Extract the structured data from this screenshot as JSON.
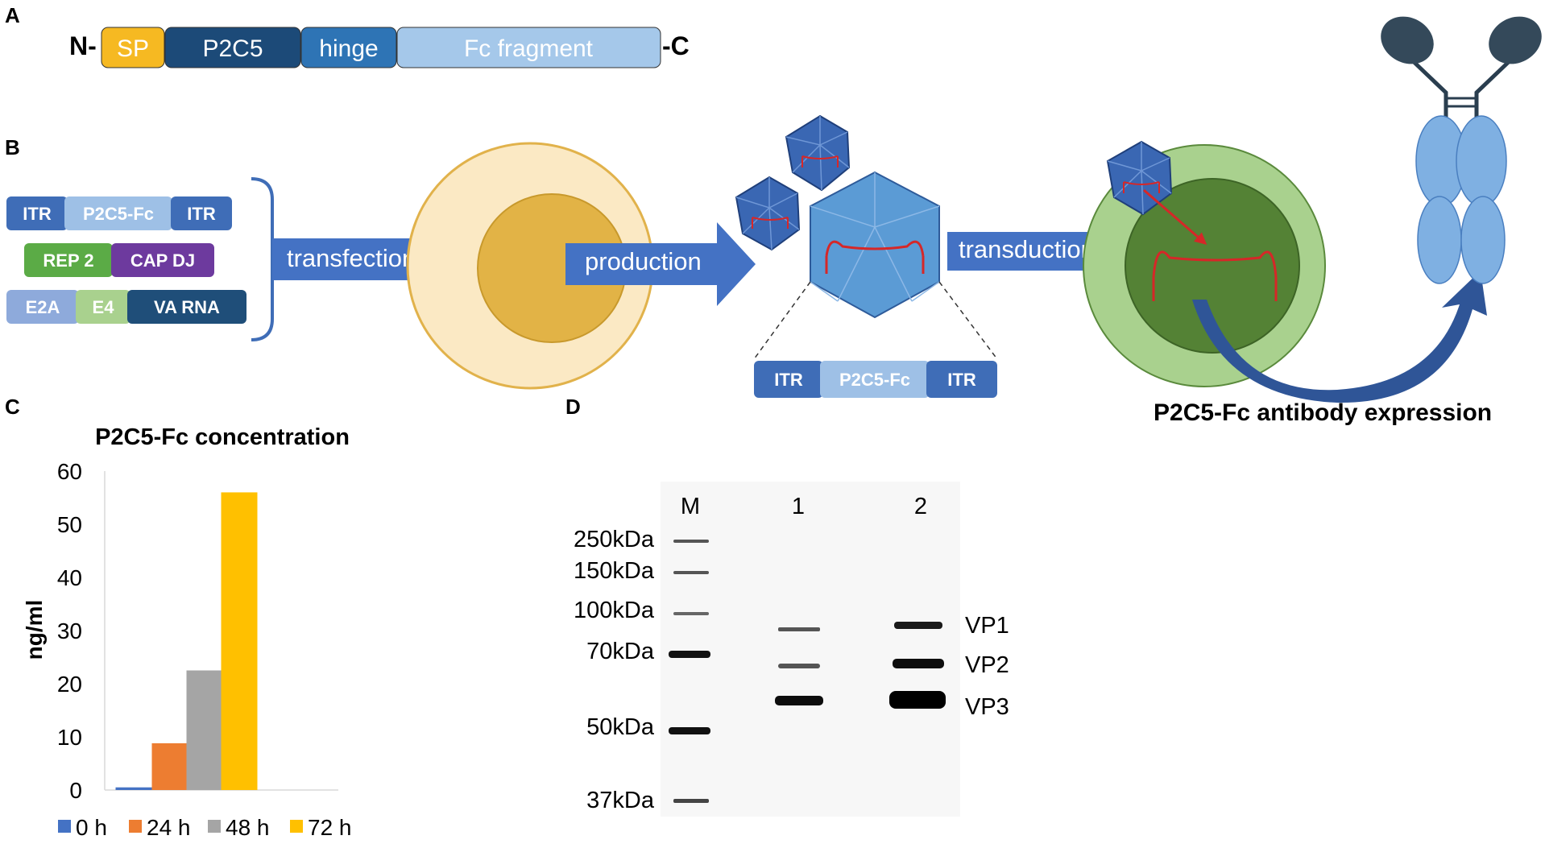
{
  "panels": {
    "a": "A",
    "b": "B",
    "c": "C",
    "d": "D"
  },
  "colors": {
    "sp": "#f6b922",
    "p2c5": "#1c4a78",
    "hinge": "#2e74b5",
    "fc": "#a5c8ea",
    "itr": "#3f6db7",
    "p2c5fc": "#9ec0e6",
    "rep": "#5bab46",
    "cap": "#6d3a9e",
    "e2a": "#8eaadb",
    "e4": "#a9d18e",
    "varna": "#1f4e79",
    "arrow": "#4472c4",
    "bar_0h": "#4472c4",
    "bar_24h": "#ed7d31",
    "bar_48h": "#a5a5a5",
    "bar_72h": "#ffc000"
  },
  "construct": {
    "n_term": "N-",
    "c_term": "-C",
    "segments": [
      {
        "label": "SP",
        "color": "#f6b922"
      },
      {
        "label": "P2C5",
        "color": "#1c4a78"
      },
      {
        "label": "hinge",
        "color": "#2e74b5"
      },
      {
        "label": "Fc fragment",
        "color": "#a5c8ea"
      }
    ]
  },
  "plasmids": {
    "row1": [
      "ITR",
      "P2C5-Fc",
      "ITR"
    ],
    "row2": [
      "REP 2",
      "CAP DJ"
    ],
    "row3": [
      "E2A",
      "E4",
      "VA RNA"
    ]
  },
  "workflow": {
    "transfection": "transfection",
    "production": "production",
    "transduction": "transduction",
    "genome": [
      "ITR",
      "P2C5-Fc",
      "ITR"
    ],
    "expression": "P2C5-Fc antibody expression"
  },
  "chart_data": {
    "type": "bar",
    "title": "P2C5-Fc concentration",
    "xlabel": "",
    "ylabel": "ng/ml",
    "ylim": [
      0,
      60
    ],
    "yticks": [
      0,
      10,
      20,
      30,
      40,
      50,
      60
    ],
    "categories": [
      "0 h",
      "24 h",
      "48 h",
      "72 h"
    ],
    "values": [
      0.5,
      8.8,
      22.5,
      56
    ],
    "colors": [
      "#4472c4",
      "#ed7d31",
      "#a5a5a5",
      "#ffc000"
    ],
    "grid": false,
    "legend": "bottom"
  },
  "gel": {
    "lanes": [
      "M",
      "1",
      "2"
    ],
    "markers": [
      "250kDa",
      "150kDa",
      "100kDa",
      "70kDa",
      "50kDa",
      "37kDa"
    ],
    "bands": [
      "VP1",
      "VP2",
      "VP3"
    ]
  }
}
